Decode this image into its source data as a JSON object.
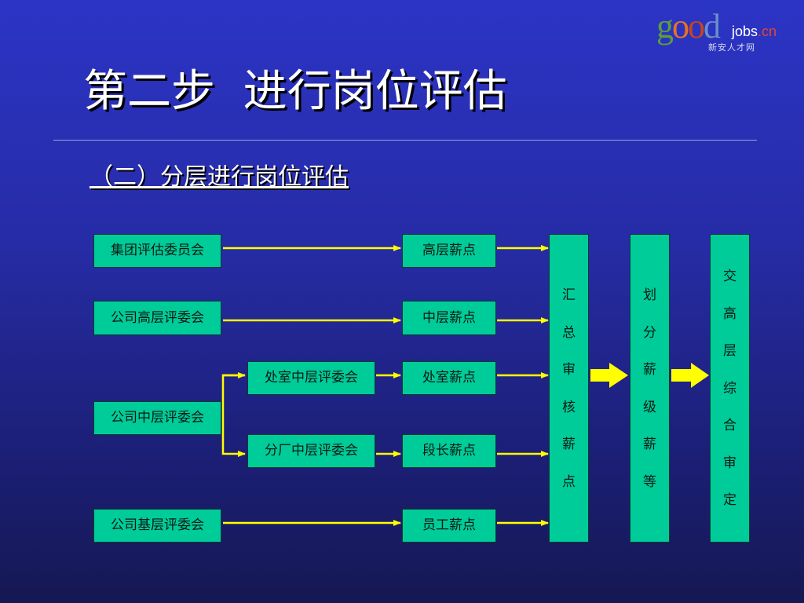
{
  "logo": {
    "mark": "good",
    "domain": "jobs",
    "tld": ".cn",
    "tagline": "新安人才网"
  },
  "header": {
    "title": "第二步  进行岗位评估",
    "subtitle": "（二）分层进行岗位评估"
  },
  "diagram": {
    "committees": {
      "group": "集团评估委员会",
      "senior": "公司高层评委会",
      "middle": "公司中层评委会",
      "base": "公司基层评委会"
    },
    "subcommittees": {
      "office": "处室中层评委会",
      "branch": "分厂中层评委会"
    },
    "points": {
      "senior": "高层薪点",
      "middle": "中层薪点",
      "office": "处室薪点",
      "section": "段长薪点",
      "staff": "员工薪点"
    },
    "stages": {
      "summary": [
        "汇",
        "总",
        "审",
        "核",
        "薪",
        "点"
      ],
      "grading": [
        "划",
        "分",
        "薪",
        "级",
        "薪",
        "等"
      ],
      "final": [
        "交",
        "高",
        "层",
        "综",
        "合",
        "审",
        "定"
      ]
    },
    "colors": {
      "box": "#00cc99",
      "arrow": "#ffff00",
      "background": "#2a30b8"
    }
  }
}
